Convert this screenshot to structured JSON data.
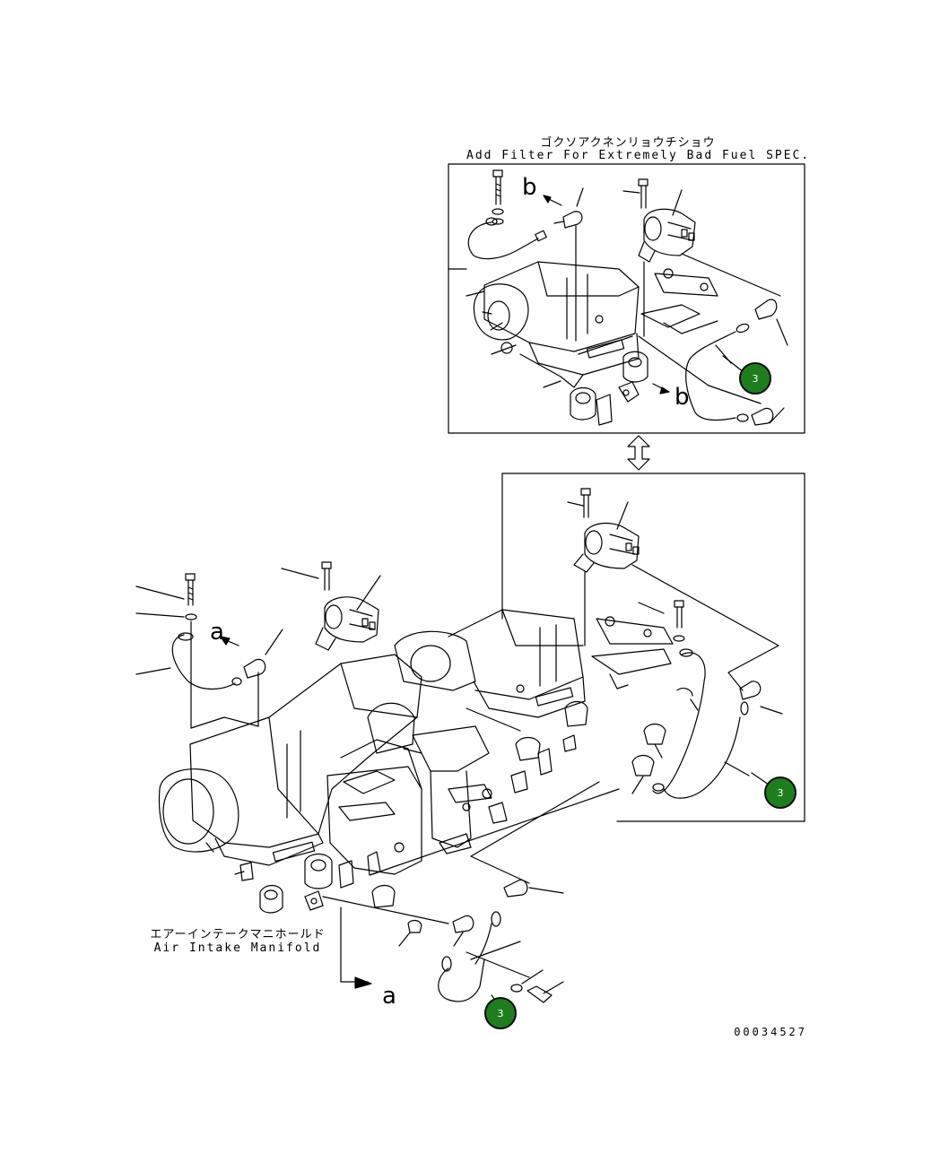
{
  "labels": {
    "filter_jp": "ゴクソアクネンリョウチショウ",
    "filter_en": "Add Filter For Extremely Bad Fuel SPEC.",
    "manifold_jp": "エアーインテークマニホールド",
    "manifold_en": "Air Intake Manifold",
    "drawing_number": "00034527"
  },
  "view_refs": {
    "a": "a",
    "b": "b"
  },
  "callouts": [
    "3",
    "3",
    "3"
  ],
  "colors": {
    "callout_fill": "#1e7e1e",
    "line": "#000000"
  }
}
